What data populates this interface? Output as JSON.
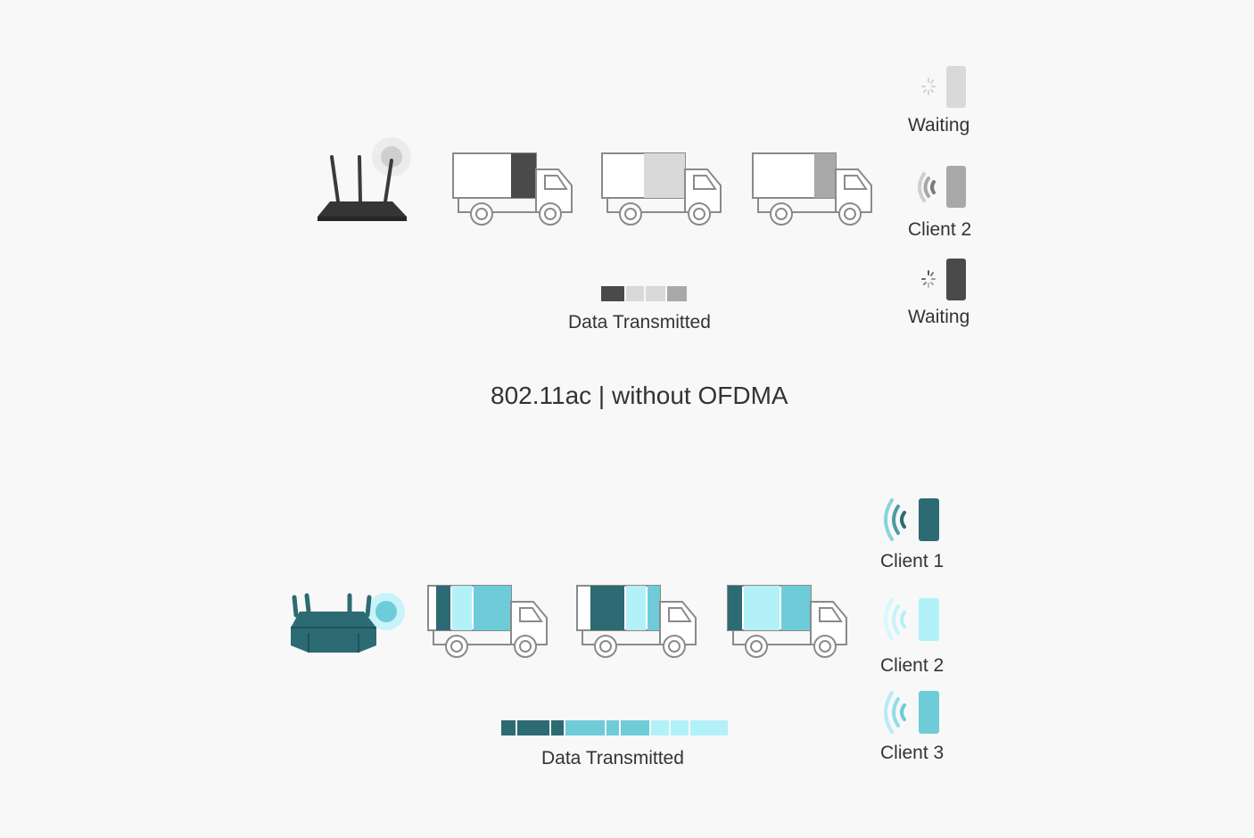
{
  "colors": {
    "background": "#f8f8f8",
    "gray_dark": "#4a4a4a",
    "gray_mid": "#a8a8a8",
    "gray_light": "#d9d9d9",
    "teal_dark": "#2c6b73",
    "teal_mid": "#6ecbd8",
    "teal_light": "#b2f1f8",
    "outline": "#8a8a8a"
  },
  "top": {
    "router_icon": "router-icon",
    "trucks": [
      {
        "icon": "truck-icon",
        "cargo": [
          "#4a4a4a"
        ]
      },
      {
        "icon": "truck-icon",
        "cargo": [
          "#d9d9d9"
        ]
      },
      {
        "icon": "truck-icon",
        "cargo": [
          "#a8a8a8"
        ]
      }
    ],
    "clients": [
      {
        "label": "Waiting",
        "state": "waiting",
        "phone_color": "#d9d9d9",
        "icon": "loading-spinner-icon"
      },
      {
        "label": "Client 2",
        "state": "receiving",
        "phone_color": "#a8a8a8",
        "icon": "wifi-signal-icon"
      },
      {
        "label": "Waiting",
        "state": "waiting",
        "phone_color": "#4a4a4a",
        "icon": "loading-spinner-icon"
      }
    ],
    "data_bar": [
      "#4a4a4a",
      "#d9d9d9",
      "#d9d9d9",
      "#a8a8a8"
    ],
    "data_label": "Data Transmitted"
  },
  "section_title": "802.11ac | without OFDMA",
  "bottom": {
    "router_icon": "router-icon",
    "trucks": [
      {
        "icon": "truck-icon",
        "cargo": [
          "#2c6b73",
          "#b2f1f8",
          "#6ecbd8"
        ]
      },
      {
        "icon": "truck-icon",
        "cargo": [
          "#2c6b73",
          "#b2f1f8",
          "#6ecbd8"
        ]
      },
      {
        "icon": "truck-icon",
        "cargo": [
          "#2c6b73",
          "#b2f1f8",
          "#6ecbd8"
        ]
      }
    ],
    "clients": [
      {
        "label": "Client 1",
        "phone_color": "#2c6b73",
        "icon": "wifi-signal-icon"
      },
      {
        "label": "Client 2",
        "phone_color": "#b2f1f8",
        "icon": "wifi-signal-icon"
      },
      {
        "label": "Client 3",
        "phone_color": "#6ecbd8",
        "icon": "wifi-signal-icon"
      }
    ],
    "data_bar": [
      "#2c6b73",
      "#2c6b73",
      "#2c6b73",
      "#6ecbd8",
      "#6ecbd8",
      "#6ecbd8",
      "#b2f1f8",
      "#b2f1f8",
      "#b2f1f8"
    ],
    "data_label": "Data Transmitted"
  }
}
